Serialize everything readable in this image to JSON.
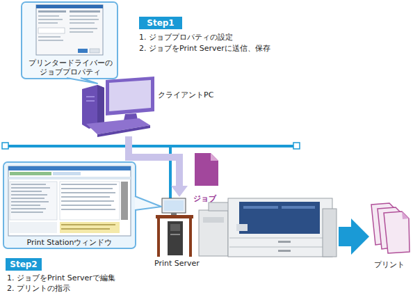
{
  "diagram": {
    "nodes": [
      {
        "text": [
          "プリンタードライバーの ジョブプロパティ"
        ]
      },
      {
        "text": [
          "Step1"
        ]
      },
      {
        "text": [
          "クライアントPC"
        ]
      },
      {
        "text": [
          "ジョブ"
        ]
      },
      {
        "text": [
          "Print Stationウィンドウ"
        ]
      },
      {
        "text": [
          "Print Server"
        ]
      },
      {
        "text": [
          "プリント"
        ]
      },
      {
        "text": [
          "Step2"
        ]
      }
    ],
    "edges": [
      {
        "from": 0,
        "to": 2,
        "arrow": "none"
      },
      {
        "from": 2,
        "to": 5,
        "arrow": "to"
      },
      {
        "from": 4,
        "to": 5,
        "arrow": "none"
      }
    ],
    "labels": [
      "1. ジョブプロパティの設定",
      "2. ジョブをPrint Serverに送信、保存",
      "1. ジョブをPrint Serverで編集",
      "2. プリントの指示"
    ]
  }
}
